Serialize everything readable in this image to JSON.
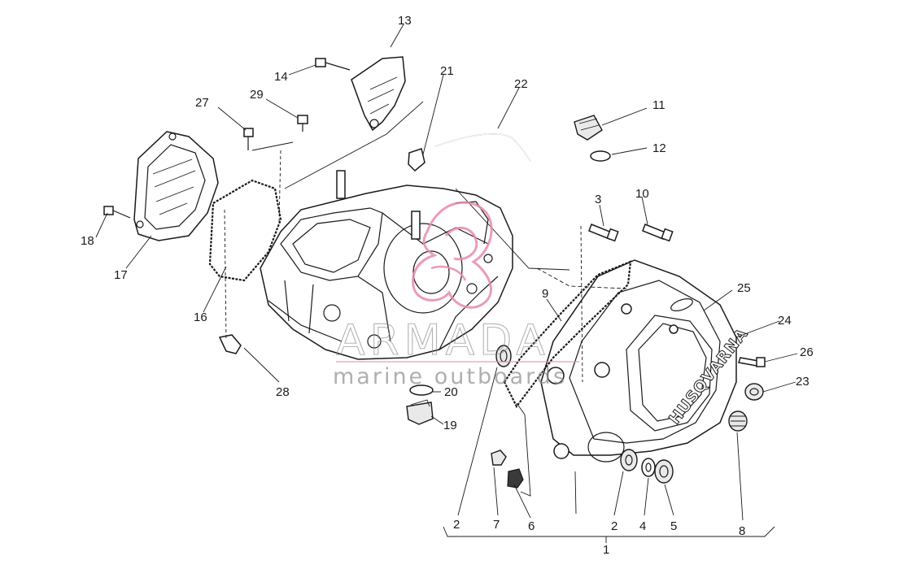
{
  "brand_text": "HUSQVARNA",
  "watermark": {
    "title": "ARMADA",
    "subtitle": "marine outboards",
    "logo_color": "#e88ab0",
    "text_color": "#8a8a8a"
  },
  "callouts": [
    "1",
    "2",
    "2",
    "3",
    "4",
    "5",
    "6",
    "7",
    "8",
    "9",
    "10",
    "11",
    "12",
    "13",
    "14",
    "16",
    "17",
    "18",
    "19",
    "20",
    "21",
    "22",
    "23",
    "24",
    "25",
    "26",
    "27",
    "28",
    "29"
  ]
}
